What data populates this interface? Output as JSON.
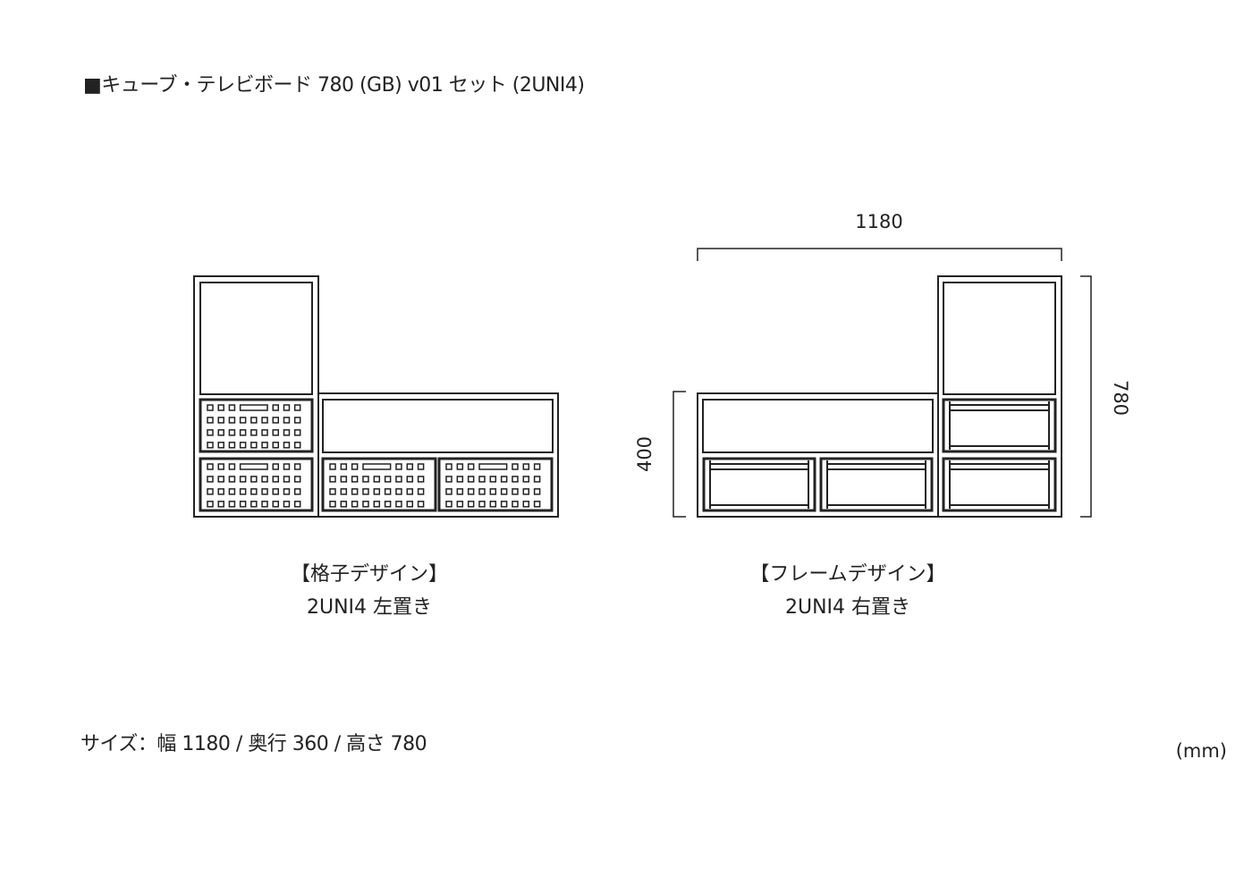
{
  "title": "■キューブ・テレビボード 780 (GB) v01 セット (2UNI4)",
  "left_design": {
    "name": "【格子デザイン】",
    "variant": "2UNI4 左置き"
  },
  "right_design": {
    "name": "【フレームデザイン】",
    "variant": "2UNI4 右置き"
  },
  "dimensions": {
    "width_label": "1180",
    "height_low_label": "400",
    "height_tall_label": "780"
  },
  "size_text": "サイズ：幅 1180 / 奥行 360 / 高さ 780",
  "unit_text": "(mm)",
  "colors": {
    "line": "#222222",
    "background": "#ffffff"
  }
}
